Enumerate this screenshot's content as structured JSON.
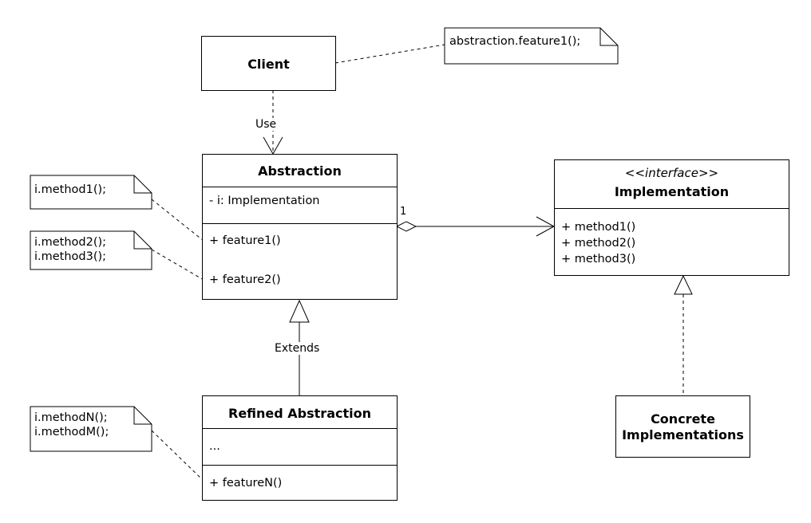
{
  "diagram": {
    "client": {
      "name": "Client",
      "note": "abstraction.feature1();",
      "use_label": "Use"
    },
    "abstraction": {
      "name": "Abstraction",
      "attribute": "- i: Implementation",
      "methods": [
        "+ feature1()",
        "+ feature2()"
      ],
      "multiplicity": "1",
      "notes": [
        [
          "i.method1();"
        ],
        [
          "i.method2();",
          "i.method3();"
        ]
      ]
    },
    "implementation": {
      "stereotype": "<<interface>>",
      "stereotype_open": "<<",
      "stereotype_word": "interface",
      "stereotype_close": ">>",
      "name": "Implementation",
      "methods": [
        "+ method1()",
        "+ method2()",
        "+ method3()"
      ]
    },
    "refined": {
      "name": "Refined Abstraction",
      "attribute": "...",
      "methods": [
        "+ featureN()"
      ],
      "extends_label": "Extends",
      "notes": [
        [
          "i.methodN();",
          "i.methodM();"
        ]
      ]
    },
    "concrete": {
      "name_lines": [
        "Concrete",
        "Implementations"
      ]
    }
  }
}
